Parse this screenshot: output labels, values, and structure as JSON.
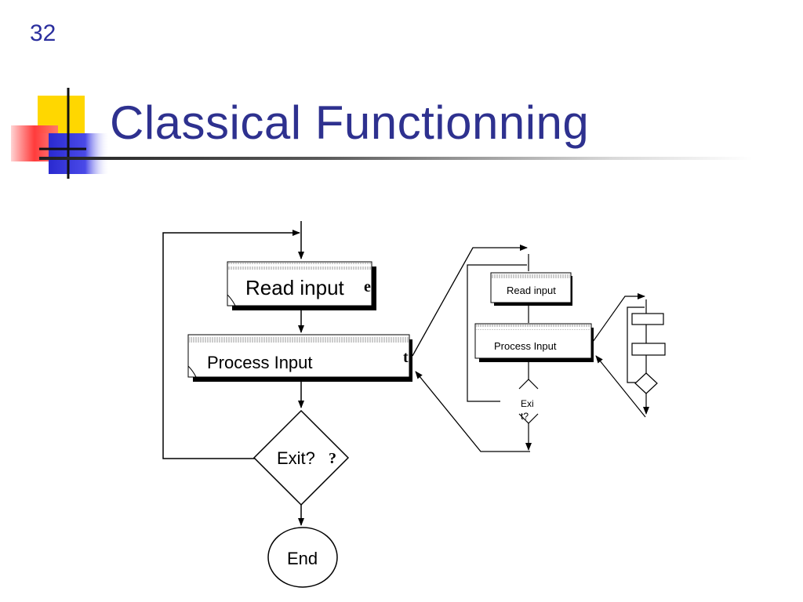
{
  "slide": {
    "number": "32",
    "title": "Classical Functionning"
  },
  "main_flowchart": {
    "read_label": "Read input",
    "read_fragment": "e",
    "process_label": "Process Input",
    "process_fragment": "t",
    "exit_label": "Exit?",
    "exit_fragment": "?",
    "end_label": "End"
  },
  "mini_flowchart": {
    "read_label": "Read input",
    "process_label": "Process Input",
    "exit_line1": "Exi",
    "exit_line2": "t?"
  },
  "colors": {
    "title": "#2e318f",
    "slide_number": "#2b2f9e",
    "deco_yellow": "#ffd700",
    "deco_red": "#ff3b3b",
    "deco_blue": "#3a3adf"
  }
}
